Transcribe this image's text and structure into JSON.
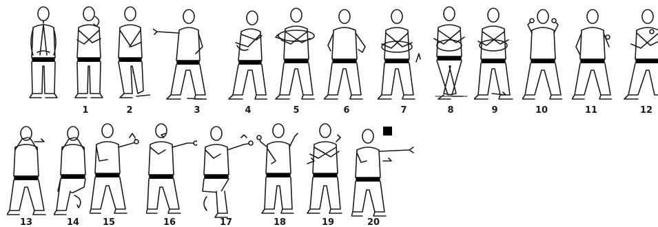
{
  "sequence": {
    "ready_label": "",
    "steps": [
      {
        "label": "1"
      },
      {
        "label": "2"
      },
      {
        "label": "3"
      },
      {
        "label": "4"
      },
      {
        "label": "5"
      },
      {
        "label": "6"
      },
      {
        "label": "7"
      },
      {
        "label": "8"
      },
      {
        "label": "9"
      },
      {
        "label": "10"
      },
      {
        "label": "11"
      },
      {
        "label": "12"
      },
      {
        "label": "13"
      },
      {
        "label": "14"
      },
      {
        "label": "15"
      },
      {
        "label": "16"
      },
      {
        "label": "17"
      },
      {
        "label": "18"
      },
      {
        "label": "19"
      },
      {
        "label": "20"
      }
    ],
    "end_marker": "filled-square",
    "ink_color": "#1a1a1a",
    "belt_color": "#000000"
  }
}
